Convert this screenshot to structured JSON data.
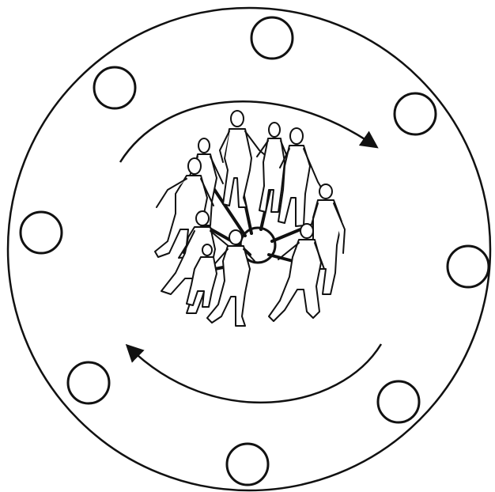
{
  "diagram": {
    "kind": "circular-formation",
    "rotation_direction": "clockwise",
    "outer_markers": 8,
    "dancers": 10,
    "stroke_color": "#111111",
    "background_color": "#ffffff"
  }
}
